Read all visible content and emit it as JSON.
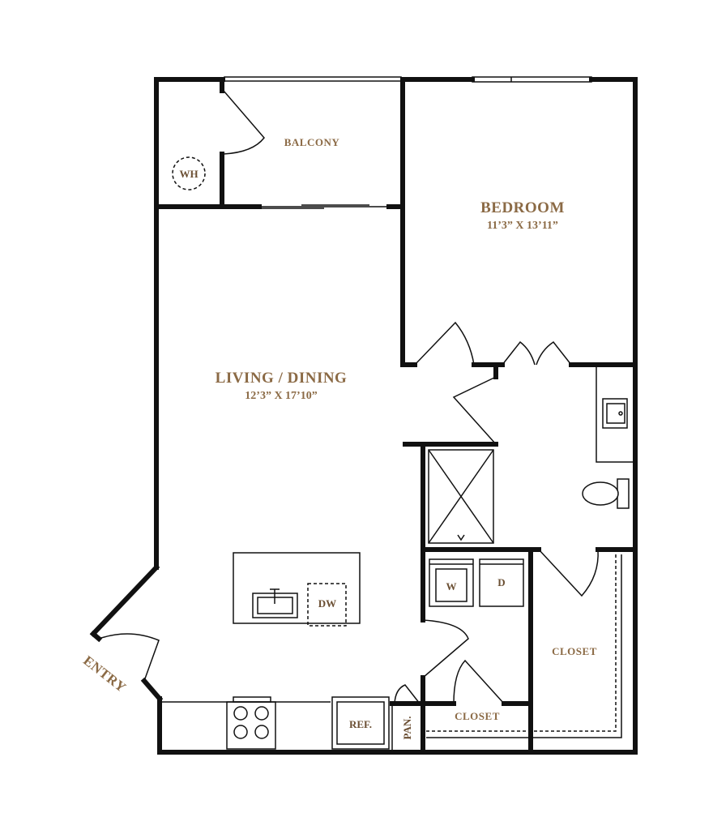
{
  "rooms": {
    "balcony": {
      "name": "BALCONY"
    },
    "bedroom": {
      "name": "BEDROOM",
      "dimensions": "11’3” X 13’11”"
    },
    "living": {
      "name": "LIVING / DINING",
      "dimensions": "12’3” X 17’10”"
    },
    "closet_main": {
      "name": "CLOSET"
    },
    "closet_laundry": {
      "name": "CLOSET"
    }
  },
  "fixtures": {
    "water_heater": "WH",
    "dishwasher": "DW",
    "washer": "W",
    "dryer": "D",
    "refrigerator": "REF.",
    "pantry": "PAN."
  },
  "entry": {
    "label": "ENTRY"
  },
  "colors": {
    "label": "#8b6a45",
    "wall": "#111111",
    "background": "#ffffff"
  }
}
